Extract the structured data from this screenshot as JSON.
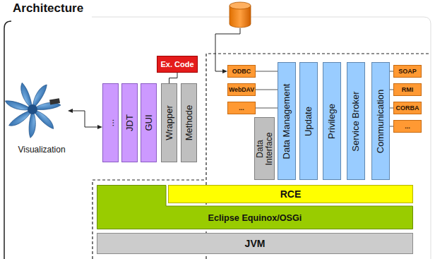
{
  "diagram": {
    "title": "Architecture",
    "nodes": [
      {
        "text": [
          "Ex. Code"
        ]
      },
      {
        "text": [
          "..."
        ]
      },
      {
        "text": [
          "JDT"
        ]
      },
      {
        "text": [
          "GUI"
        ]
      },
      {
        "text": [
          "Wrapper"
        ]
      },
      {
        "text": [
          "Methode"
        ]
      },
      {
        "text": [
          "ODBC"
        ]
      },
      {
        "text": [
          "WebDAV"
        ]
      },
      {
        "text": [
          "..."
        ]
      },
      {
        "text": [
          "Data Interface"
        ]
      },
      {
        "text": [
          "Data Management"
        ]
      },
      {
        "text": [
          "Update"
        ]
      },
      {
        "text": [
          "Privilege"
        ]
      },
      {
        "text": [
          "Service Broker"
        ]
      },
      {
        "text": [
          "Communication"
        ]
      },
      {
        "text": [
          "SOAP"
        ]
      },
      {
        "text": [
          "RMI"
        ]
      },
      {
        "text": [
          "CORBA"
        ]
      },
      {
        "text": [
          "..."
        ]
      },
      {
        "text": [
          "RCE"
        ]
      },
      {
        "text": [
          "Eclipse Equinox/OSGi"
        ]
      },
      {
        "text": [
          "JVM"
        ]
      }
    ],
    "edges": [
      {
        "from": 0,
        "to": 4,
        "arrow": "none"
      }
    ],
    "labels": [
      "Visualization"
    ]
  }
}
